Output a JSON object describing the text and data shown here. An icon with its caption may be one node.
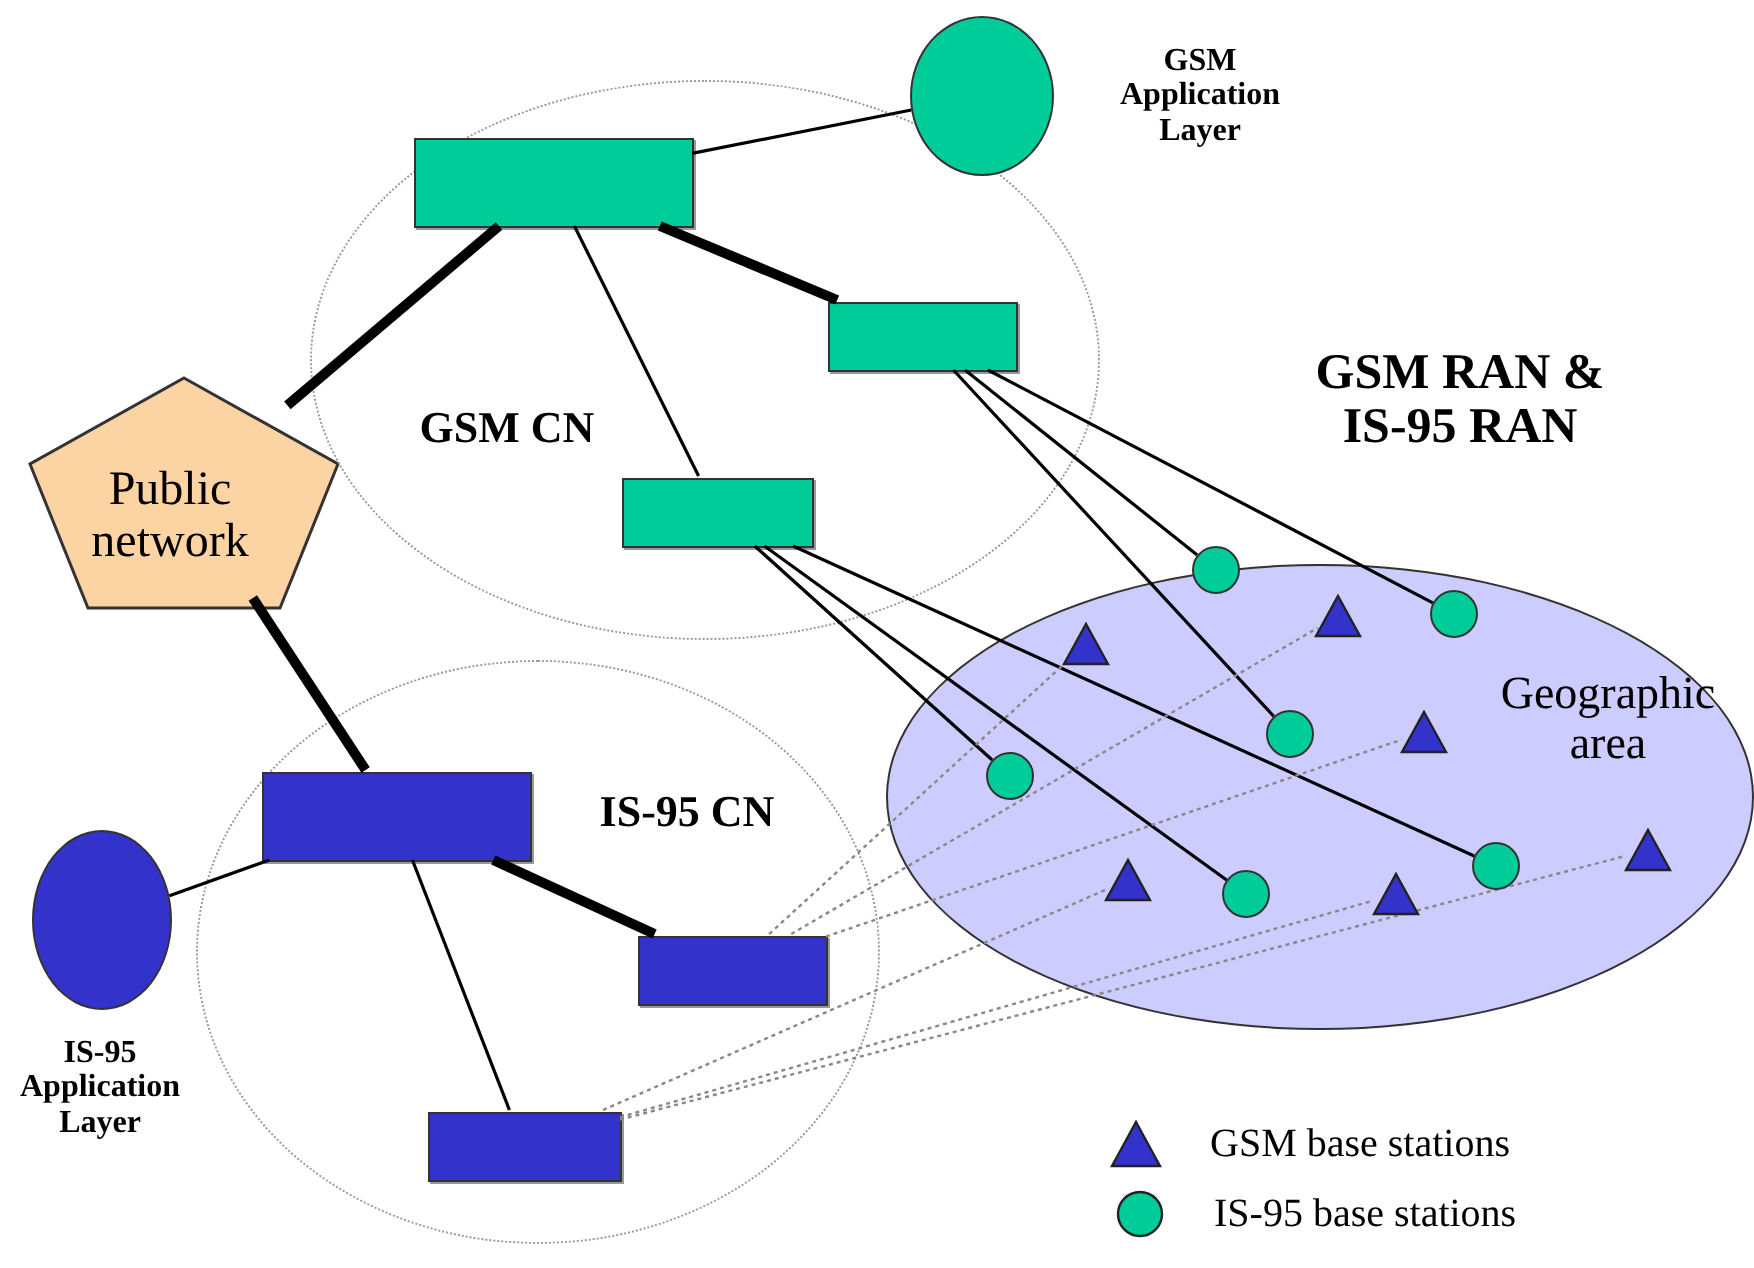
{
  "diagram": {
    "nodes": [
      {
        "text": [
          "Public network"
        ]
      },
      {
        "text": [
          "GSM CN"
        ]
      },
      {
        "text": [],
        "shape": "box",
        "in": 1
      },
      {
        "text": [
          "GSM Application Layer"
        ]
      },
      {
        "text": [],
        "shape": "box",
        "in": 1
      },
      {
        "text": [],
        "shape": "box",
        "in": 1
      },
      {
        "text": [
          "IS-95 CN"
        ]
      },
      {
        "text": [],
        "shape": "box",
        "in": 6
      },
      {
        "text": [
          "IS-95 Application Layer"
        ]
      },
      {
        "text": [],
        "shape": "box",
        "in": 6
      },
      {
        "text": [],
        "shape": "box",
        "in": 6
      },
      {
        "text": [
          "GSM RAN & IS-95 RAN",
          "Geographic area"
        ]
      },
      {
        "text": [],
        "shape": "circle",
        "in": 11
      },
      {
        "text": [],
        "shape": "circle",
        "in": 11
      },
      {
        "text": [],
        "shape": "circle",
        "in": 11
      },
      {
        "text": [],
        "shape": "circle",
        "in": 11
      },
      {
        "text": [],
        "shape": "circle",
        "in": 11
      },
      {
        "text": [],
        "shape": "circle",
        "in": 11
      },
      {
        "text": [],
        "shape": "triangle",
        "in": 11
      },
      {
        "text": [],
        "shape": "triangle",
        "in": 11
      },
      {
        "text": [],
        "shape": "triangle",
        "in": 11
      },
      {
        "text": [],
        "shape": "triangle",
        "in": 11
      },
      {
        "text": [],
        "shape": "triangle",
        "in": 11
      },
      {
        "text": [],
        "shape": "triangle",
        "in": 11
      }
    ],
    "edges": [
      {
        "from": 0,
        "to": 2,
        "arrow": "none",
        "style": "thick"
      },
      {
        "from": 0,
        "to": 7,
        "arrow": "none",
        "style": "thick"
      },
      {
        "from": 2,
        "to": 3,
        "arrow": "none"
      },
      {
        "from": 2,
        "to": 4,
        "arrow": "none",
        "style": "thick"
      },
      {
        "from": 2,
        "to": 5,
        "arrow": "none"
      },
      {
        "from": 7,
        "to": 8,
        "arrow": "none"
      },
      {
        "from": 7,
        "to": 9,
        "arrow": "none",
        "style": "thick"
      },
      {
        "from": 7,
        "to": 10,
        "arrow": "none"
      },
      {
        "from": 4,
        "to": 12,
        "arrow": "none"
      },
      {
        "from": 4,
        "to": 13,
        "arrow": "none"
      },
      {
        "from": 4,
        "to": 14,
        "arrow": "none"
      },
      {
        "from": 5,
        "to": 15,
        "arrow": "none"
      },
      {
        "from": 5,
        "to": 17,
        "arrow": "none"
      },
      {
        "from": 5,
        "to": 16,
        "arrow": "none"
      },
      {
        "from": 9,
        "to": 19,
        "arrow": "none",
        "style": "dashed",
        "color": "#888888"
      },
      {
        "from": 9,
        "to": 18,
        "arrow": "none",
        "style": "dashed",
        "color": "#888888"
      },
      {
        "from": 9,
        "to": 20,
        "arrow": "none",
        "style": "dashed",
        "color": "#888888"
      },
      {
        "from": 10,
        "to": 22,
        "arrow": "none",
        "style": "dashed",
        "color": "#888888"
      },
      {
        "from": 10,
        "to": 23,
        "arrow": "none",
        "style": "dashed",
        "color": "#888888"
      },
      {
        "from": 10,
        "to": 21,
        "arrow": "none",
        "style": "dashed",
        "color": "#888888"
      }
    ],
    "legend": [
      {
        "text": "GSM base stations"
      },
      {
        "text": "IS-95 base stations"
      }
    ]
  }
}
